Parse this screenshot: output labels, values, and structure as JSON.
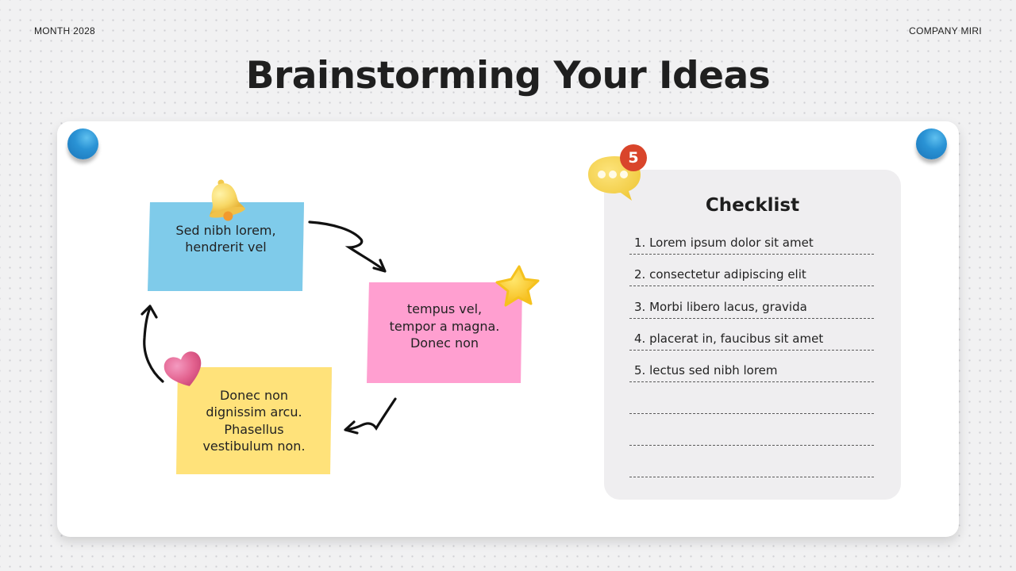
{
  "header": {
    "date_label": "MONTH 2028",
    "company_label": "COMPANY MIRI",
    "title": "Brainstorming Your Ideas"
  },
  "board": {
    "pins": [
      "blue-pushpin",
      "blue-pushpin"
    ],
    "notes": [
      {
        "color": "#7fcbea",
        "text": "Sed nibh lorem,\nhendrerit vel",
        "sticker": "bell-icon"
      },
      {
        "color": "#ff9fd0",
        "text": "tempus vel,\ntempor a magna.\nDonec non",
        "sticker": "star-icon"
      },
      {
        "color": "#ffe27a",
        "text": "Donec non\ndignissim arcu.\nPhasellus\nvestibulum non.",
        "sticker": "heart-icon"
      }
    ],
    "arrows": [
      "arrow-blue-to-pink",
      "arrow-pink-to-yellow",
      "arrow-yellow-to-blue"
    ]
  },
  "checklist": {
    "title": "Checklist",
    "badge_count": "5",
    "items": [
      "1. Lorem ipsum dolor sit amet",
      "2. consectetur adipiscing elit",
      "3. Morbi libero lacus, gravida",
      "4. placerat in, faucibus sit amet",
      "5. lectus sed nibh lorem",
      "",
      "",
      ""
    ]
  },
  "colors": {
    "background": "#f1f1f2",
    "board": "#ffffff",
    "pin": "#2a93d5",
    "checklist_panel": "#efeef0",
    "badge": "#d9452b",
    "chat_bubble": "#f7d54a"
  }
}
